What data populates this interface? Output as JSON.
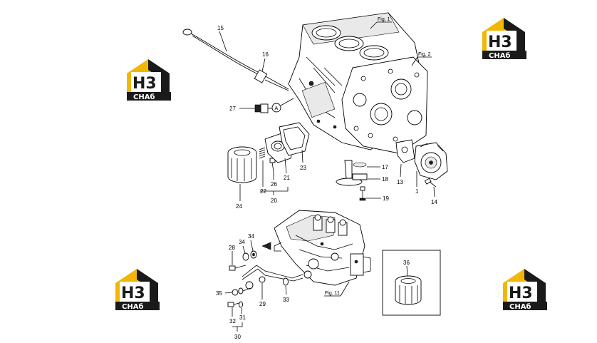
{
  "figure_refs": [
    "Fig. 1",
    "Fig. 2",
    "Fig. 11"
  ],
  "callout_marker": "A",
  "part_numbers": {
    "p1": "1",
    "p13": "13",
    "p14": "14",
    "p15": "15",
    "p16": "16",
    "p17": "17",
    "p18": "18",
    "p19": "19",
    "p20": "20",
    "p21": "21",
    "p22": "22",
    "p23": "23",
    "p24": "24",
    "p26": "26",
    "p27": "27",
    "p28": "28",
    "p29": "29",
    "p30": "30",
    "p31": "31",
    "p32": "32",
    "p33": "33",
    "p34a": "34",
    "p34b": "34",
    "p35": "35",
    "p36": "36"
  },
  "watermark": {
    "letters": "H3",
    "text": "CHAб",
    "accent": "#f2b705",
    "dark": "#1a1a1a"
  }
}
